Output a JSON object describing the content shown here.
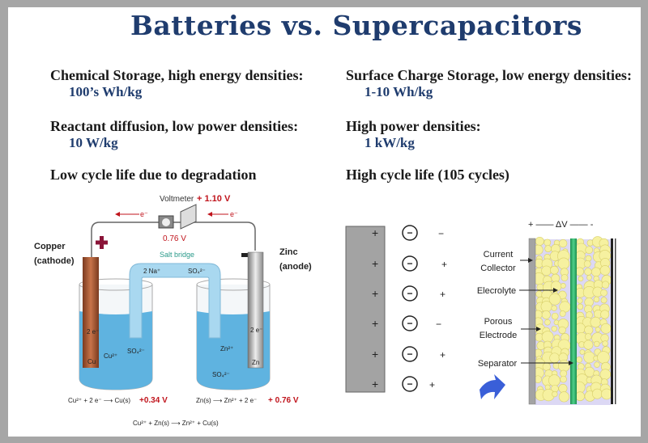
{
  "title": "Batteries vs. Supercapacitors",
  "batteries": {
    "points": [
      {
        "text": "Chemical Storage, high energy densities:",
        "value": "100’s Wh/kg"
      },
      {
        "text": "Reactant diffusion, low power densities:",
        "value": "10 W/kg"
      },
      {
        "text": "Low cycle life due to degradation"
      }
    ],
    "diagram": {
      "voltmeter": "Voltmeter",
      "cell_voltage": "+ 1.10 V",
      "meter_reading": "0.76 V",
      "electron": "e⁻",
      "copper": "Copper",
      "cathode": "(cathode)",
      "zinc": "Zinc",
      "anode": "(anode)",
      "salt_bridge": "Salt bridge",
      "na": "2 Na⁺",
      "so4": "SO₄²⁻",
      "two_e": "2 e⁻",
      "cu": "Cu",
      "cu_ion": "Cu²⁺",
      "zn": "Zn",
      "zn_ion": "Zn²⁺",
      "cathode_eq": "Cu²⁺ + 2 e⁻ ⟶ Cu(s)",
      "cathode_v": "+0.34 V",
      "anode_eq": "Zn(s) ⟶ Zn²⁺ + 2 e⁻",
      "anode_v": "+ 0.76 V",
      "overall_eq": "Cu²⁺ +  Zn(s) ⟶ Zn²⁺ + Cu(s)",
      "colors": {
        "red": "#c0141c",
        "copper": "#a5522e",
        "zinc": "#9a9a9a",
        "solution": "#5fb3e0",
        "bridge": "#a9d8f0"
      }
    }
  },
  "supercapacitors": {
    "points": [
      {
        "text": "Surface Charge Storage, low energy densities:",
        "value": "1-10 Wh/kg"
      },
      {
        "text": "High power densities:",
        "value": "1 kW/kg"
      },
      {
        "text": "High cycle life (105 cycles)"
      }
    ],
    "diagram": {
      "voltage": "+ —— ΔV —— -",
      "plus": "+",
      "minus": "−",
      "labels": [
        "Current",
        "Collector",
        "Elecrolyte",
        "Porous",
        "Electrode",
        "Separator"
      ],
      "colors": {
        "plate": "#a3a3a3",
        "particle": "#f6f1a0",
        "electrolyte": "#dcd8f4",
        "separator": "#2fb36a",
        "arrow": "#3a5fd8"
      }
    }
  }
}
